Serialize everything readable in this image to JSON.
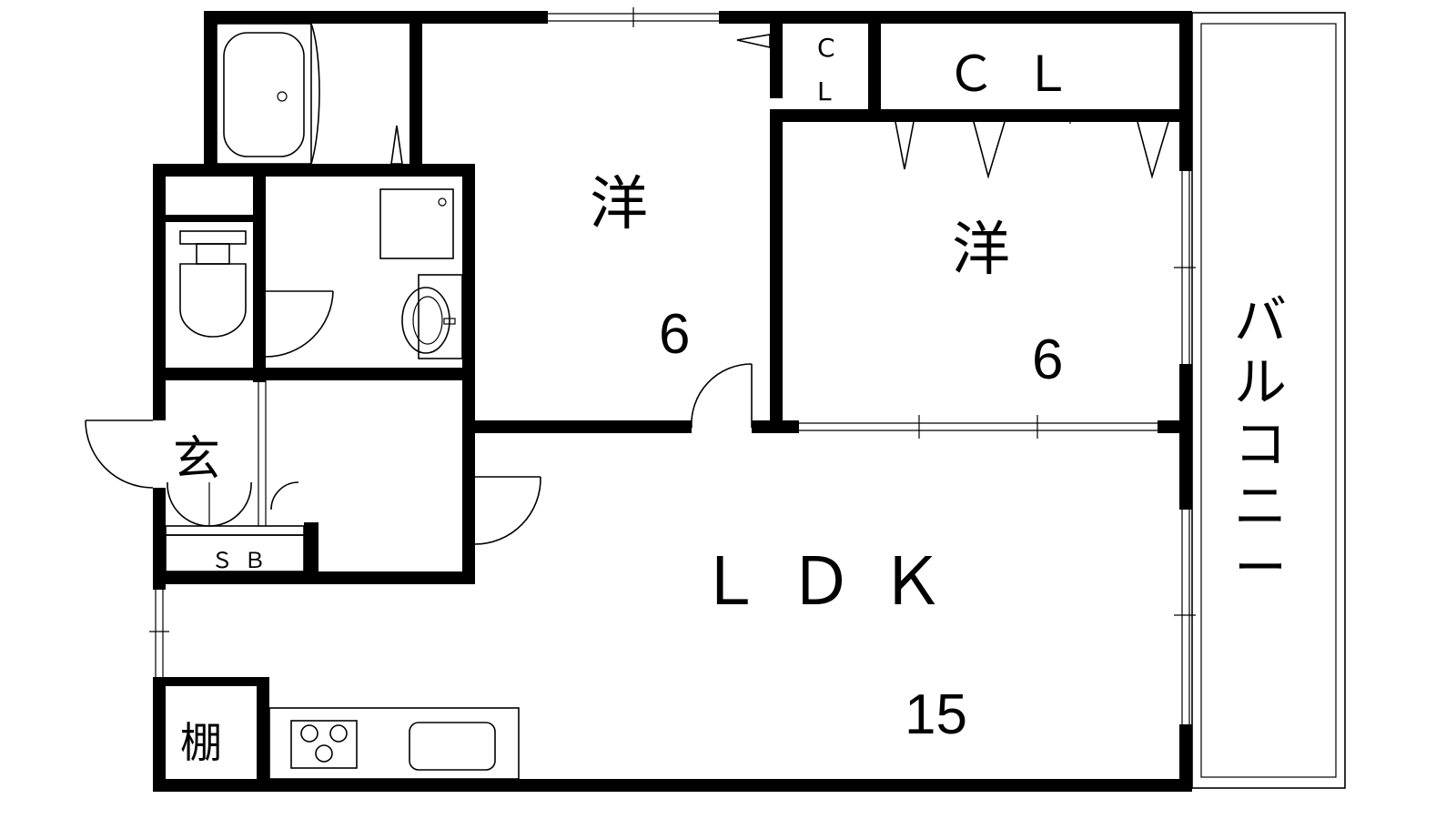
{
  "rooms": {
    "western_room_1": {
      "label": "洋",
      "size": "6"
    },
    "western_room_2": {
      "label": "洋",
      "size": "6"
    },
    "ldk": {
      "label": "ＬＤＫ",
      "size": "15"
    },
    "closet_large": {
      "label": "ＣＬ"
    },
    "closet_small": {
      "label_line1": "C",
      "label_line2": "L"
    },
    "entrance": {
      "label": "玄"
    },
    "shoe_box": {
      "label": "ＳＢ"
    },
    "shelf": {
      "label": "棚"
    },
    "balcony": {
      "label": [
        "バ",
        "ル",
        "コ",
        "ニ",
        "ー"
      ]
    }
  },
  "colors": {
    "wall": "#000000",
    "background": "#ffffff"
  }
}
